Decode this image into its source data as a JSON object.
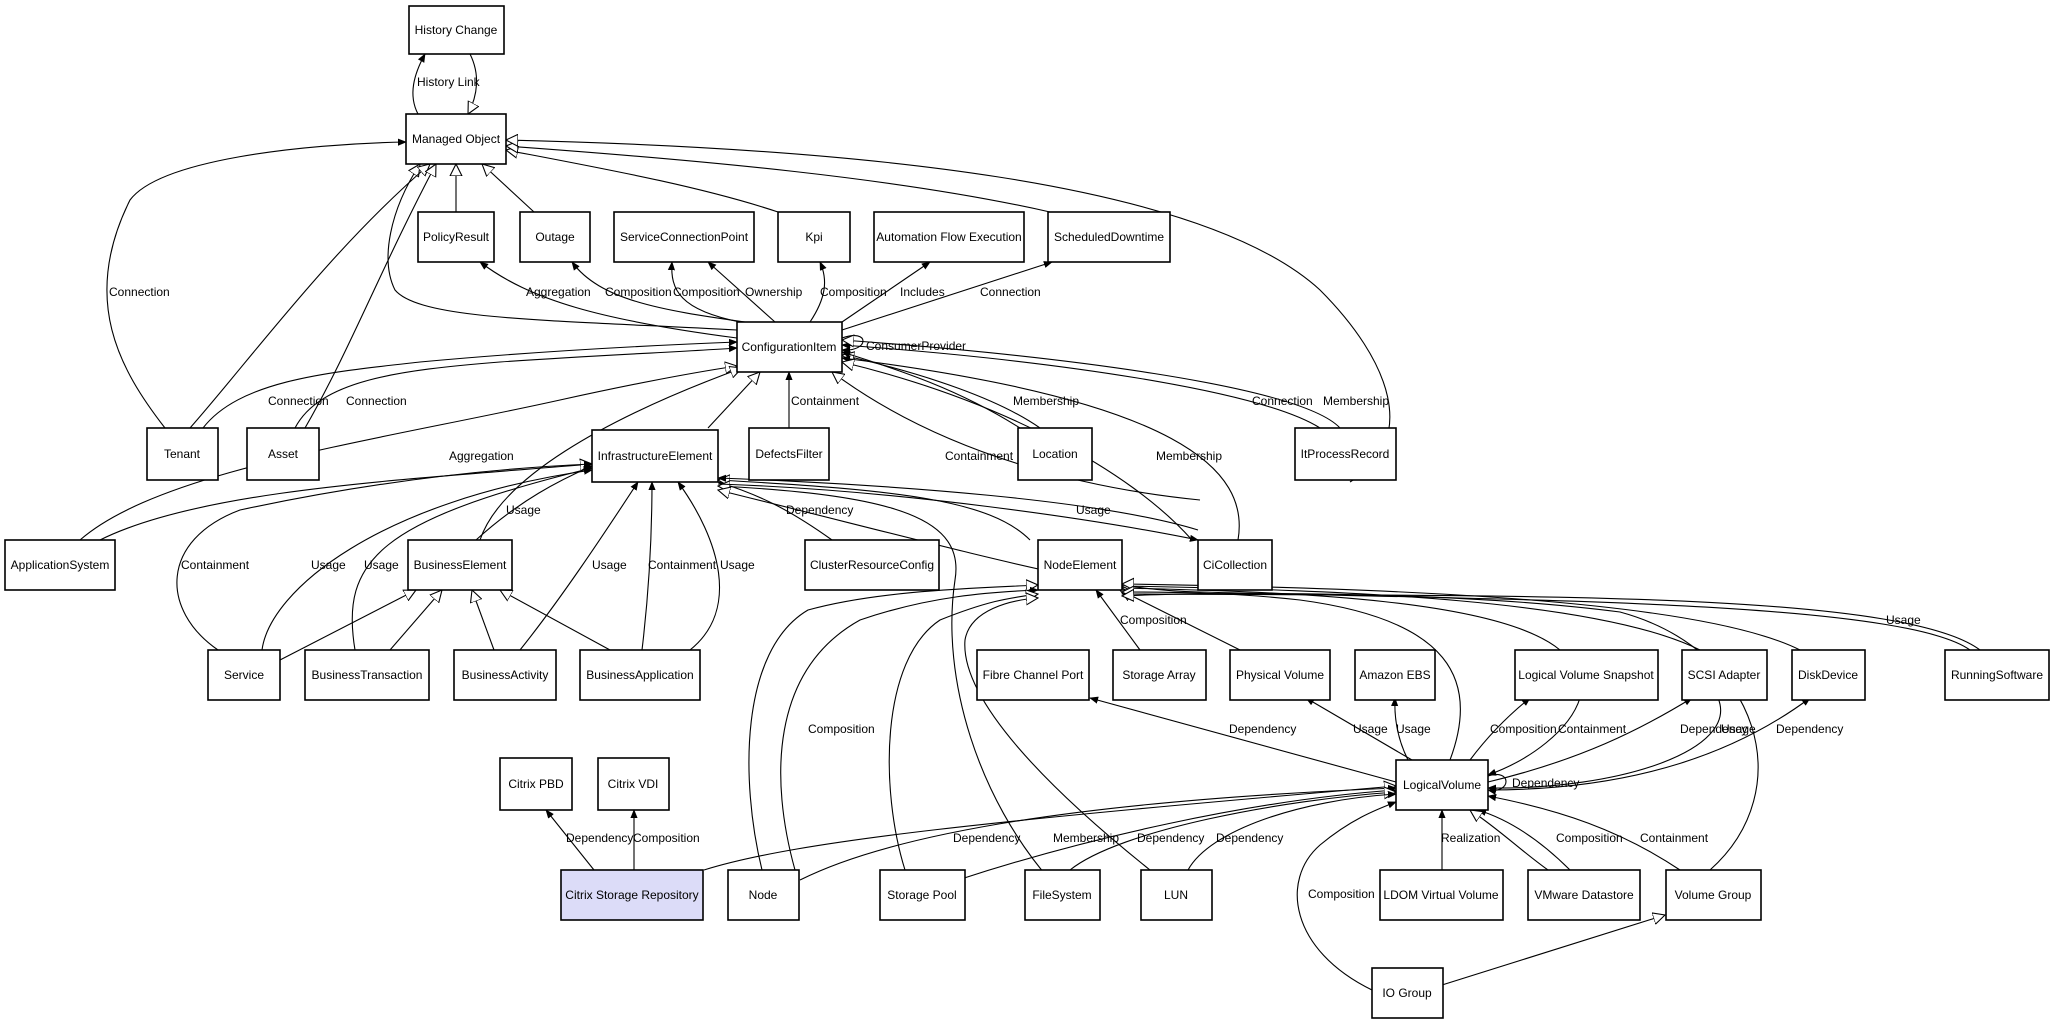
{
  "nodes": {
    "history_change": "History Change",
    "managed_object": "Managed Object",
    "policy_result": "PolicyResult",
    "outage": "Outage",
    "service_connection_point": "ServiceConnectionPoint",
    "kpi": "Kpi",
    "automation_flow_execution": "Automation Flow Execution",
    "scheduled_downtime": "ScheduledDowntime",
    "configuration_item": "ConfigurationItem",
    "tenant": "Tenant",
    "asset": "Asset",
    "infrastructure_element": "InfrastructureElement",
    "defects_filter": "DefectsFilter",
    "location": "Location",
    "it_process_record": "ItProcessRecord",
    "application_system": "ApplicationSystem",
    "business_element": "BusinessElement",
    "cluster_resource_config": "ClusterResourceConfig",
    "node_element": "NodeElement",
    "ci_collection": "CiCollection",
    "service": "Service",
    "business_transaction": "BusinessTransaction",
    "business_activity": "BusinessActivity",
    "business_application": "BusinessApplication",
    "fibre_channel_port": "Fibre Channel Port",
    "storage_array": "Storage Array",
    "physical_volume": "Physical Volume",
    "amazon_ebs": "Amazon EBS",
    "logical_volume_snapshot": "Logical Volume Snapshot",
    "scsi_adapter": "SCSI Adapter",
    "disk_device": "DiskDevice",
    "running_software": "RunningSoftware",
    "citrix_pbd": "Citrix PBD",
    "citrix_vdi": "Citrix VDI",
    "logical_volume": "LogicalVolume",
    "citrix_storage_repository": "Citrix Storage Repository",
    "node": "Node",
    "storage_pool": "Storage Pool",
    "file_system": "FileSystem",
    "lun": "LUN",
    "ldom_virtual_volume": "LDOM Virtual Volume",
    "vmware_datastore": "VMware Datastore",
    "volume_group": "Volume Group",
    "io_group": "IO Group"
  },
  "edges": {
    "history_link": "History Link",
    "tenant_mo_connection": "Connection",
    "ci_policyresult_aggregation": "Aggregation",
    "ci_outage_composition": "Composition",
    "ci_scp_composition": "Composition",
    "ci_scp_ownership": "Ownership",
    "ci_kpi_composition": "Composition",
    "ci_afe_includes": "Includes",
    "ci_sd_connection": "Connection",
    "ci_self_consumer_provider": "ConsumerProvider",
    "tenant_ci_connection": "Connection",
    "asset_ci_connection": "Connection",
    "ci_defects_containment": "Containment",
    "location_ci_membership": "Membership",
    "itpr_ci_connection": "Connection",
    "itpr_ci_membership": "Membership",
    "appsys_ci_aggregation": "Aggregation",
    "cicoll_ci_containment": "Containment",
    "cicoll_ci_membership": "Membership",
    "be_ie_usage": "Usage",
    "ie_crc_dependency": "Dependency",
    "cicoll_ie_usage": "Usage",
    "service_ie_containment": "Containment",
    "service_ie_usage": "Usage",
    "bt_ie_usage": "Usage",
    "ba_ie_usage": "Usage",
    "bapp_ie_containment": "Containment",
    "bapp_ie_usage": "Usage",
    "ne_storage_array_composition": "Composition",
    "running_software_ne_usage": "Usage",
    "node_ne_composition": "Composition",
    "lv_fcp_dependency": "Dependency",
    "lv_pv_usage": "Usage",
    "lv_ebs_usage": "Usage",
    "lv_lvs_composition": "Composition",
    "lvs_lv_containment": "Containment",
    "lv_scsi_dependency": "Dependency",
    "scsi_lv_usage": "Usage",
    "lv_disk_dependency": "Dependency",
    "lv_self_dependency": "Dependency",
    "csr_pbd_dependency": "Dependency",
    "csr_vdi_composition": "Composition",
    "node_lv_dependency": "Dependency",
    "storage_pool_lv_membership": "Membership",
    "fs_lv_dependency": "Dependency",
    "lun_lv_dependency": "Dependency",
    "ldom_lv_realization": "Realization",
    "vmware_lv_composition": "Composition",
    "vg_lv_containment": "Containment",
    "io_lv_composition": "Composition"
  }
}
